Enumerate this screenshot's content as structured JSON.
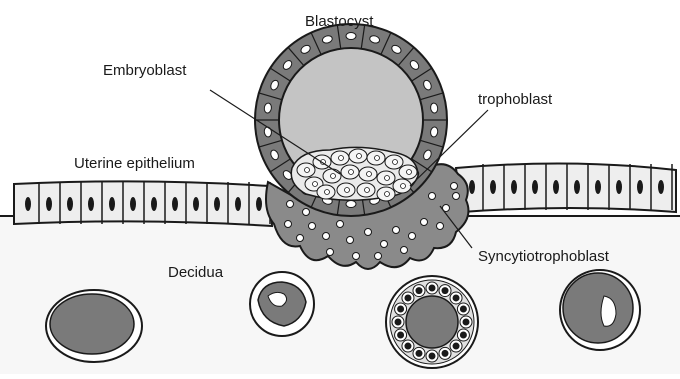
{
  "labels": {
    "blastocyst": "Blastocyst",
    "embryoblast": "Embryoblast",
    "trophoblast": "trophoblast",
    "uterine_epithelium": "Uterine epithelium",
    "syncytiotrophoblast": "Syncytiotrophoblast",
    "decidua": "Decidua"
  },
  "colors": {
    "ink": "#1a1a1a",
    "tissue_gray": "#7a7a7a",
    "cavity_gray": "#c4c4c4",
    "light_gray": "#e6e6e6",
    "background": "#ffffff"
  }
}
